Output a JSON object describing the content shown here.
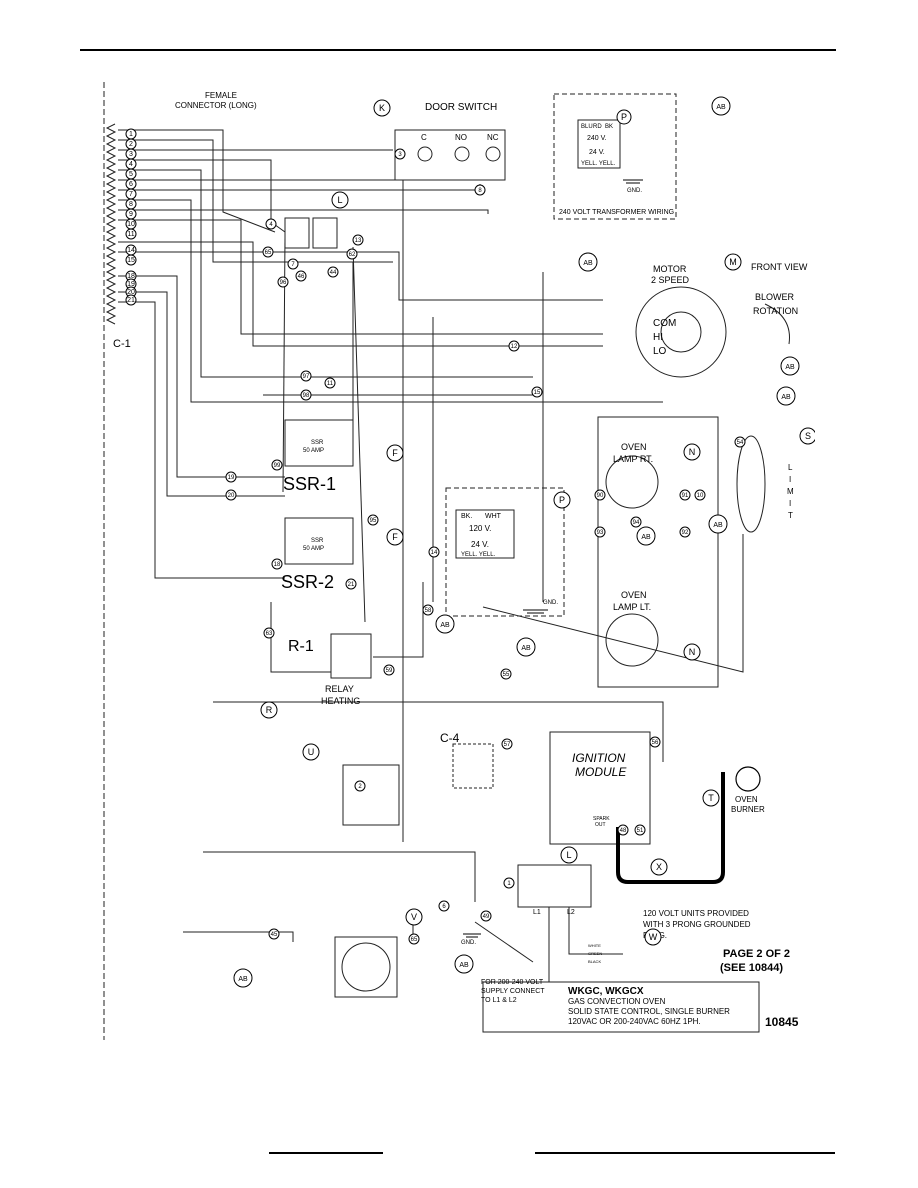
{
  "labels": {
    "female_connector": [
      "FEMALE",
      "CONNECTOR (LONG)"
    ],
    "door_switch": "DOOR SWITCH",
    "door_switch_terms": [
      "C",
      "NO",
      "NC"
    ],
    "transformer_wiring": "240 VOLT TRANSFORMER WIRING",
    "xfmr_top": [
      "BLU",
      "RD",
      "BK"
    ],
    "xfmr_240": "240 V.",
    "xfmr_24": "24 V.",
    "xfmr_yell": "YELL. YELL.",
    "gnd": "GND.",
    "motor": [
      "MOTOR",
      "2 SPEED"
    ],
    "front_view": "FRONT VIEW",
    "blower_rotation": [
      "BLOWER",
      "ROTATION"
    ],
    "motor_terms": [
      "COM",
      "HI",
      "LO"
    ],
    "c1": "C-1",
    "ssr_amp": [
      "SSR",
      "50 AMP"
    ],
    "ssr1": "SSR-1",
    "ssr2": "SSR-2",
    "xfmr120_top": [
      "BK.",
      "WHT"
    ],
    "xfmr_120": "120 V.",
    "oven_lamp_rt": [
      "OVEN",
      "LAMP RT."
    ],
    "oven_lamp_lt": [
      "OVEN",
      "LAMP LT."
    ],
    "limit": [
      "L",
      "I",
      "M",
      "I",
      "T"
    ],
    "r1": "R-1",
    "relay_heating": [
      "RELAY",
      "HEATING"
    ],
    "c4": "C-4",
    "ignition_module": [
      "IGNITION",
      "MODULE"
    ],
    "spark_out": [
      "SPARK",
      "OUT"
    ],
    "oven_burner": [
      "OVEN",
      "BURNER"
    ],
    "l1": "L1",
    "l2": "L2",
    "plug_note": [
      "120 VOLT UNITS PROVIDED",
      "WITH 3 PRONG GROUNDED",
      "PLUG."
    ],
    "plug_colors": [
      "WHITE",
      "GREEN",
      "BLACK"
    ],
    "page_note": [
      "PAGE 2 OF 2",
      "(SEE 10844)"
    ],
    "supply_note": [
      "FOR 200-240 VOLT",
      "SUPPLY CONNECT",
      "TO L1 & L2"
    ],
    "title_block": [
      "WKGC, WKGCX",
      "GAS CONVECTION OVEN",
      "SOLID STATE CONTROL, SINGLE BURNER",
      "120VAC OR 200-240VAC 60HZ 1PH."
    ],
    "drawing_number": "10845"
  },
  "components": {
    "K": "K",
    "P": "P",
    "AB": "AB",
    "L": "L",
    "M": "M",
    "F": "F",
    "N": "N",
    "S": "S",
    "R": "R",
    "U": "U",
    "T": "T",
    "V": "V",
    "W": "W",
    "X": "X"
  },
  "connector_pins": [
    "1",
    "2",
    "3",
    "4",
    "5",
    "6",
    "7",
    "8",
    "9",
    "10",
    "11",
    "14",
    "15",
    "18",
    "19",
    "20",
    "21"
  ],
  "wire_numbers": [
    "3",
    "8",
    "4",
    "65",
    "7",
    "46",
    "62",
    "13",
    "44",
    "96",
    "11",
    "12",
    "97",
    "98",
    "99",
    "19",
    "20",
    "18",
    "95",
    "21",
    "63",
    "58",
    "59",
    "14",
    "54",
    "15",
    "55",
    "90",
    "91",
    "92",
    "93",
    "94",
    "10",
    "56",
    "57",
    "2",
    "48",
    "51",
    "6",
    "49",
    "1",
    "45",
    "65"
  ]
}
